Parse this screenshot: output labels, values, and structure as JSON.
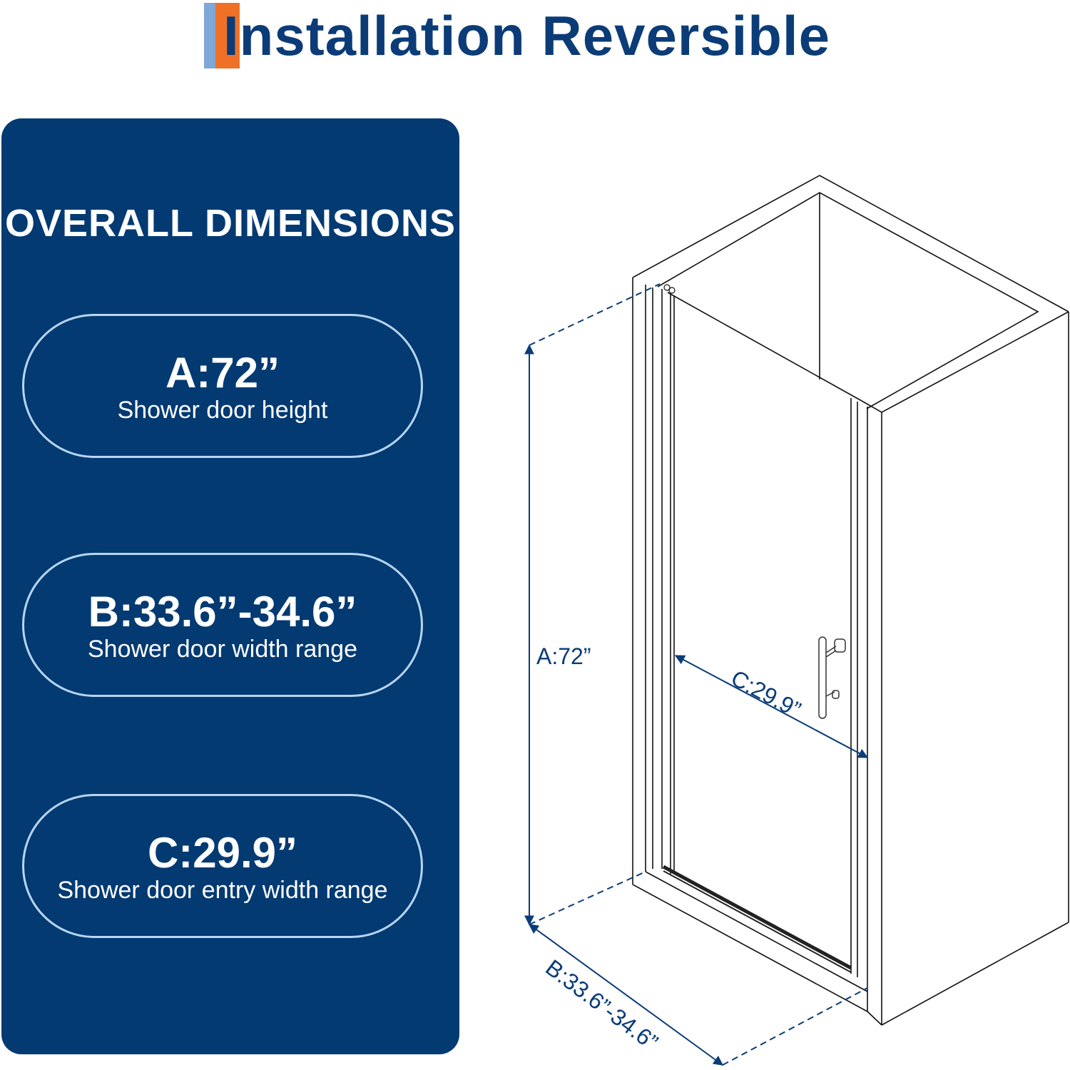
{
  "header": {
    "title": "Installation Reversible",
    "accent_colors": {
      "light_blue": "#7fa7d8",
      "orange": "#ee7127",
      "title_blue": "#0b3c78"
    }
  },
  "panel": {
    "heading": "OVERALL DIMENSIONS",
    "background": "#033a72",
    "items": [
      {
        "value": "A:72”",
        "label": "Shower door height"
      },
      {
        "value": "B:33.6”-34.6”",
        "label": "Shower door width range"
      },
      {
        "value": "C:29.9”",
        "label": "Shower door entry width range"
      }
    ]
  },
  "diagram": {
    "subject": "shower-door-enclosure-line-drawing",
    "dimensions": {
      "a_label": "A:72”",
      "b_label": "B:33.6”-34.6”",
      "c_label": "C:29.9”"
    },
    "dimension_color": "#0b3c78"
  }
}
